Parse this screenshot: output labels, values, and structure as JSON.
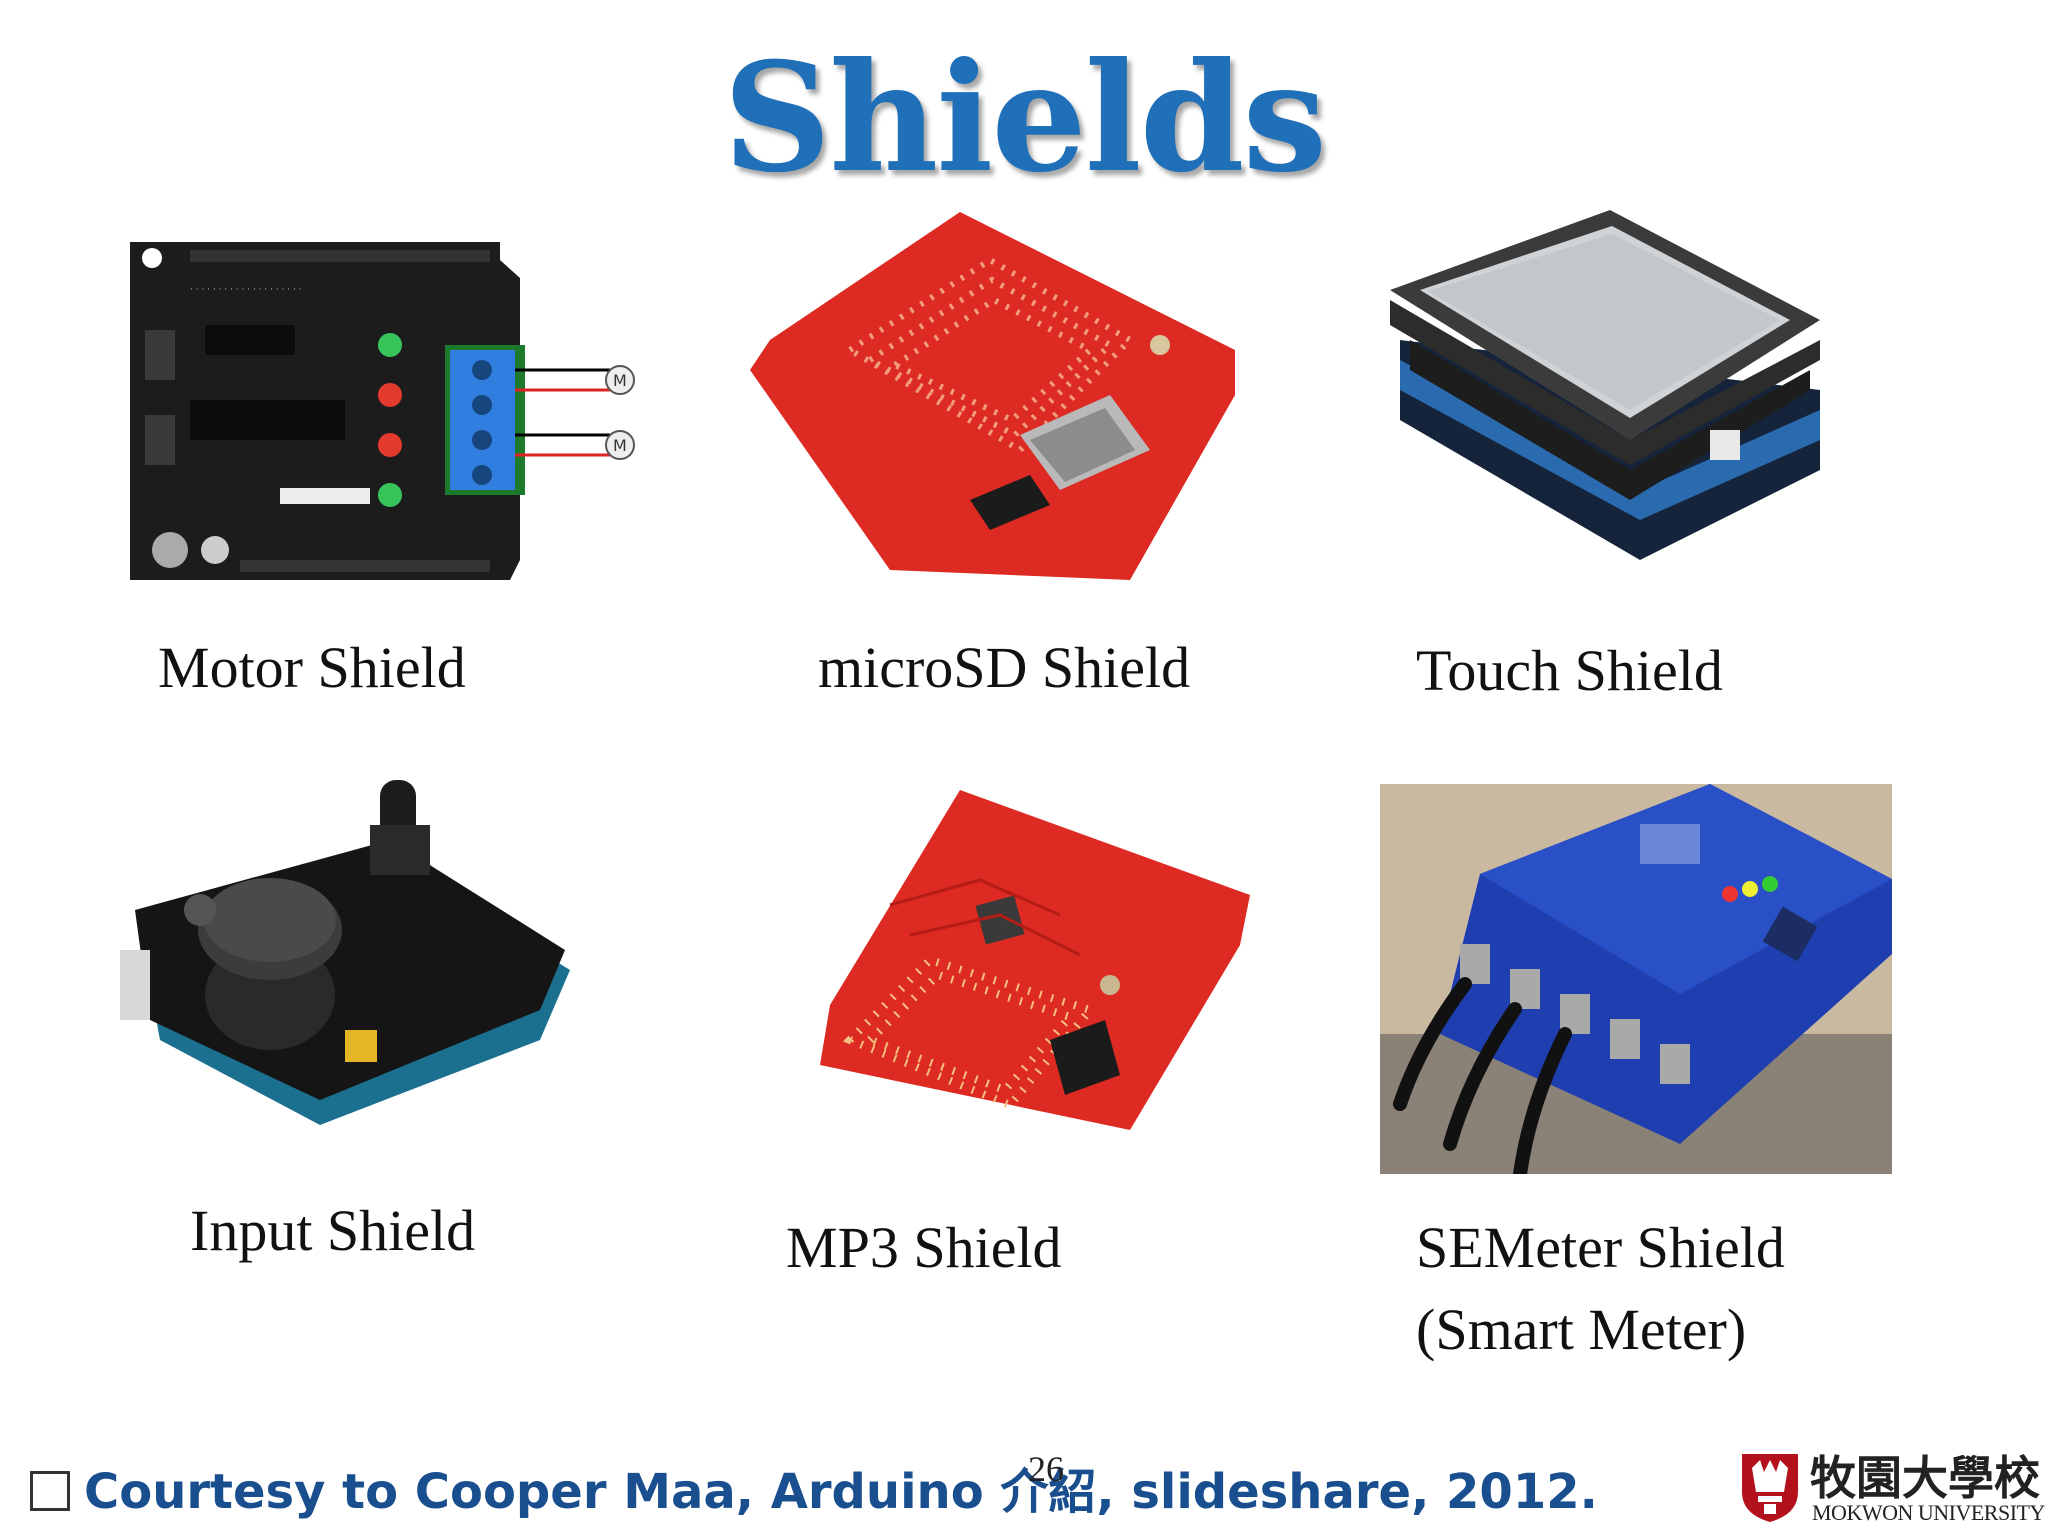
{
  "slide": {
    "title": "Shields",
    "shields": [
      {
        "label": "Motor Shield"
      },
      {
        "label": "microSD Shield"
      },
      {
        "label": "Touch Shield"
      },
      {
        "label": "Input Shield"
      },
      {
        "label": "MP3 Shield"
      },
      {
        "label": "SEMeter Shield",
        "sublabel": "(Smart Meter)"
      }
    ],
    "footer": "Courtesy to Cooper Maa, Arduino 介紹, slideshare, 2012.",
    "page_number": "26"
  },
  "logo": {
    "name_ko": "牧園大學校",
    "name_en": "MOKWON UNIVERSITY"
  },
  "colors": {
    "title": "#1f6fb9",
    "footer": "#1a4f8f",
    "pcb_black": "#1c1c1c",
    "pcb_red": "#dd2a22",
    "pcb_blue": "#1f3fb0",
    "logo_red": "#b3121d"
  }
}
